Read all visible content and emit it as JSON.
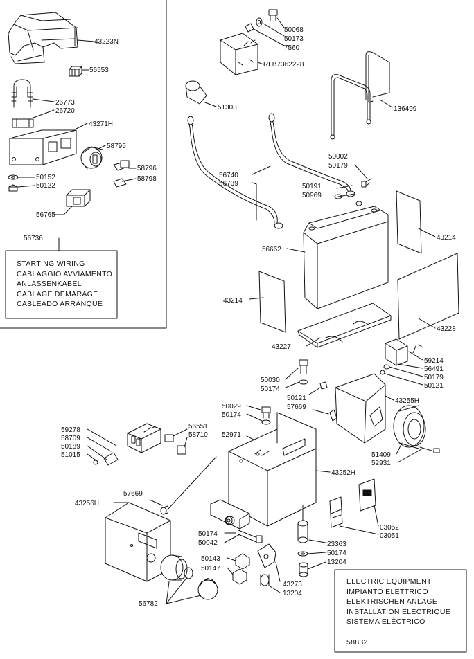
{
  "starting_wiring": {
    "ref": "56736",
    "lines": [
      "STARTING  WIRING",
      "CABLAGGIO  AVVIAMENTO",
      "ANLASSENKABEL",
      "CABLAGE  DEMARAGE",
      "CABLEADO  ARRANQUE"
    ]
  },
  "electric_equipment": {
    "lines": [
      "ELECTRIC  EQUIPMENT",
      "IMPIANTO  ELETTRICO",
      "ELEKTRISCHEN  ANLAGE",
      "INSTALLATION  ELECTRIQUE",
      "SISTEMA  ELÉCTRICO"
    ],
    "code": "58832"
  },
  "labels": {
    "p43223N": "43223N",
    "p56553": "56553",
    "p26773": "26773",
    "p26720": "26720",
    "p43271H": "43271H",
    "p58795": "58795",
    "p58796": "58796",
    "p58798": "58798",
    "p50152": "50152",
    "p50122": "50122",
    "p56765": "56765",
    "p50068": "50068",
    "p50173": "50173",
    "p7560": "7560",
    "pRLB": "RLB7362228",
    "p51303": "51303",
    "p136499": "136499",
    "p50002": "50002",
    "p50179a": "50179",
    "p56740": "56740",
    "p56739": "56739",
    "p50191": "50191",
    "p50969": "50969",
    "p43214a": "43214",
    "p56662": "56662",
    "p43214b": "43214",
    "p43228": "43228",
    "p43227": "43227",
    "p59214": "59214",
    "p56491": "56491",
    "p50179b": "50179",
    "p50121a": "50121",
    "p50030": "50030",
    "p50174a": "50174",
    "p50121b": "50121",
    "p57669a": "57669",
    "p43255H": "43255H",
    "p50029": "50029",
    "p50174b": "50174",
    "p59278": "59278",
    "p58709": "58709",
    "p50189": "50189",
    "p51015": "51015",
    "p56551": "56551",
    "p58710": "58710",
    "p52971": "52971",
    "p51409": "51409",
    "p52931": "52931",
    "p43252H": "43252H",
    "p43256H": "43256H",
    "p57669b": "57669",
    "p03052": "03052",
    "p03051": "03051",
    "p50174c": "50174",
    "p50042": "50042",
    "p23363": "23363",
    "p50174d": "50174",
    "p13204a": "13204",
    "p50143": "50143",
    "p50147": "50147",
    "p43273": "43273",
    "p13204b": "13204",
    "p56782": "56782"
  }
}
